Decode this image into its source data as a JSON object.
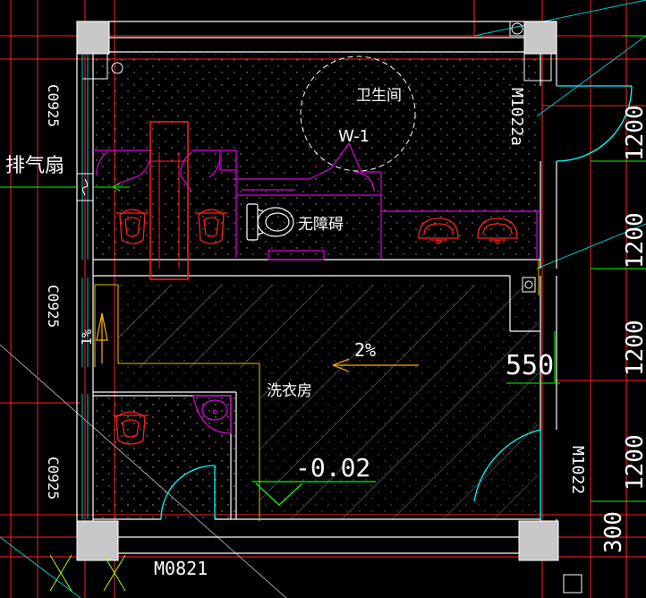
{
  "labels": {
    "room_title": "卫生间",
    "window_tag": "W-1",
    "door_right_upper": "M1022a",
    "door_right_lower": "M1022",
    "door_bottom": "M0821",
    "window_left_top": "C0925",
    "window_left_mid": "C0925",
    "window_left_bottom": "C0925",
    "exhaust_fan": "排气扇",
    "accessible": "无障碍",
    "laundry": "洗衣房",
    "slope": "2%",
    "slope_small": "1%",
    "elevation": "-0.02",
    "dim_550": "550",
    "dim_1200_a": "1200",
    "dim_1200_b": "1200",
    "dim_1200_c": "1200",
    "dim_1200_d": "1200",
    "dim_300": "300"
  },
  "colors": {
    "background": "#000000",
    "wall": "#ffffff",
    "column": "#c0c0c0",
    "axis": "#ff2020",
    "furniture": "#ff00ff",
    "fixture": "#ff2020",
    "hatch": "#8a8a8a",
    "text": "#ffffff",
    "door": "#00ffff",
    "green": "#00ff00",
    "yellow": "#ffff00",
    "slope_arrow": "#ffb000"
  }
}
